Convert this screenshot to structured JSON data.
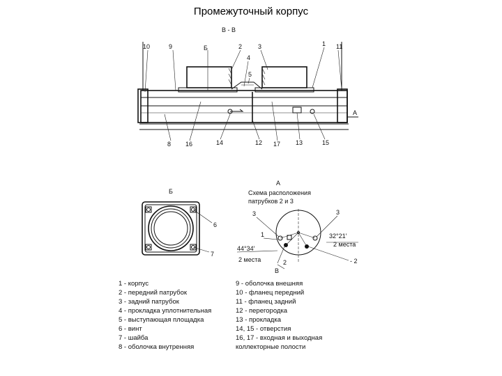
{
  "title": "Промежуточный корпус",
  "section": {
    "label": "В - В",
    "callouts": {
      "c10": "10",
      "c9": "9",
      "cB": "Б",
      "c2": "2",
      "c3": "3",
      "c4": "4",
      "c5": "5",
      "c1": "1",
      "c11": "11",
      "cA": "А",
      "c8": "8",
      "c16": "16",
      "c14": "14",
      "c12": "12",
      "c17": "17",
      "c13": "13",
      "c15": "15"
    }
  },
  "view_b": {
    "label": "Б",
    "c6": "6",
    "c7": "7"
  },
  "view_a": {
    "label": "А",
    "caption": [
      "Схема расположения",
      "патрубков 2 и 3"
    ],
    "c3_left": "3",
    "c3_right": "3",
    "c1": "1",
    "angle_right": "32°21′",
    "places_right": "2 места",
    "angle_left": "44°34′",
    "places_left": "2 места",
    "c2_bottom": "2",
    "c2_right": "- 2",
    "cB": "В"
  },
  "legend_left": [
    "1 - корпус",
    "2 - передний патрубок",
    "3 - задний патрубок",
    "4 - прокладка уплотнительная",
    "5 - выступающая площадка",
    "6 - винт",
    "7 - шайба",
    "8 - оболочка внутренняя"
  ],
  "legend_right": [
    "9 - оболочка внешняя",
    "10 - фланец передний",
    "11 - фланец задний",
    "12 - перегородка",
    "13 - прокладка",
    "14, 15 - отверстия",
    "16, 17 - входная и выходная",
    "коллекторные полости"
  ]
}
